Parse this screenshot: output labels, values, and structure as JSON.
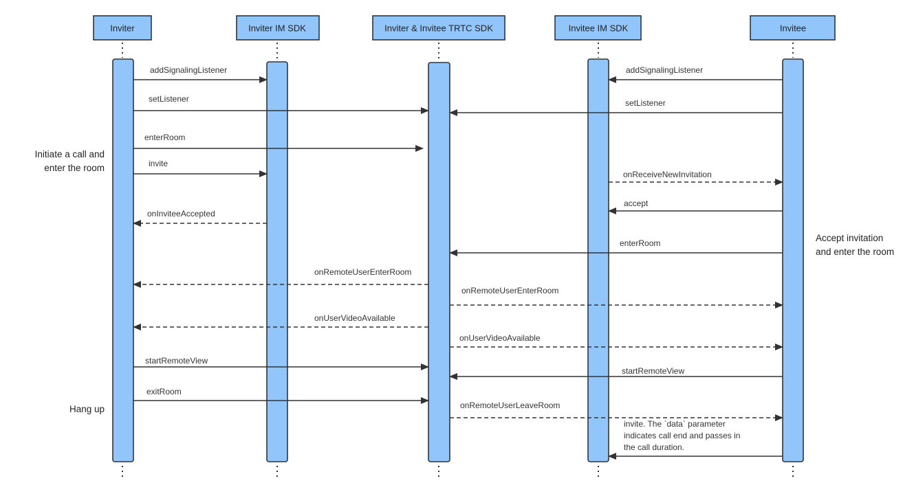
{
  "participants": [
    {
      "id": "inviter",
      "label": "Inviter"
    },
    {
      "id": "inviter_im",
      "label": "Inviter IM SDK"
    },
    {
      "id": "trtc",
      "label": "Inviter & Invitee TRTC SDK"
    },
    {
      "id": "invitee_im",
      "label": "Invitee IM SDK"
    },
    {
      "id": "invitee",
      "label": "Invitee"
    }
  ],
  "messages": [
    {
      "label": "addSignalingListener",
      "from": "inviter",
      "to": "inviter_im",
      "style": "solid"
    },
    {
      "label": "addSignalingListener",
      "from": "invitee",
      "to": "invitee_im",
      "style": "solid"
    },
    {
      "label": "setListener",
      "from": "inviter",
      "to": "trtc",
      "style": "solid"
    },
    {
      "label": "setListener",
      "from": "invitee",
      "to": "trtc",
      "style": "solid"
    },
    {
      "label": "enterRoom",
      "from": "inviter",
      "to": "trtc",
      "style": "solid"
    },
    {
      "label": "invite",
      "from": "inviter",
      "to": "inviter_im",
      "style": "solid"
    },
    {
      "label": "onReceiveNewInvitation",
      "from": "invitee_im",
      "to": "invitee",
      "style": "dashed"
    },
    {
      "label": "accept",
      "from": "invitee",
      "to": "invitee_im",
      "style": "solid"
    },
    {
      "label": "onInviteeAccepted",
      "from": "inviter_im",
      "to": "inviter",
      "style": "dashed"
    },
    {
      "label": "enterRoom",
      "from": "invitee",
      "to": "trtc",
      "style": "solid"
    },
    {
      "label": "onRemoteUserEnterRoom",
      "from": "trtc",
      "to": "inviter",
      "style": "dashed"
    },
    {
      "label": "onRemoteUserEnterRoom",
      "from": "trtc",
      "to": "invitee",
      "style": "dashed"
    },
    {
      "label": "onUserVideoAvailable",
      "from": "trtc",
      "to": "inviter",
      "style": "dashed"
    },
    {
      "label": "onUserVideoAvailable",
      "from": "trtc",
      "to": "invitee",
      "style": "dashed"
    },
    {
      "label": "startRemoteView",
      "from": "inviter",
      "to": "trtc",
      "style": "solid"
    },
    {
      "label": "startRemoteView",
      "from": "invitee",
      "to": "trtc",
      "style": "solid"
    },
    {
      "label": "exitRoom",
      "from": "inviter",
      "to": "trtc",
      "style": "solid"
    },
    {
      "label": "onRemoteUserLeaveRoom",
      "from": "trtc",
      "to": "invitee",
      "style": "dashed"
    },
    {
      "label": [
        "invite. The `data` parameter",
        "indicates call end and passes in",
        "the call duration."
      ],
      "from": "invitee",
      "to": "invitee_im",
      "style": "solid"
    }
  ],
  "notes": [
    {
      "lines": [
        "Initiate a call and",
        "enter the room"
      ]
    },
    {
      "lines": [
        "Accept invitation",
        "and enter the room"
      ]
    },
    {
      "lines": [
        "Hang up"
      ]
    }
  ],
  "colors": {
    "box_fill": "#92C5F9",
    "box_stroke": "#333333",
    "line": "#333333",
    "text": "#222222"
  }
}
